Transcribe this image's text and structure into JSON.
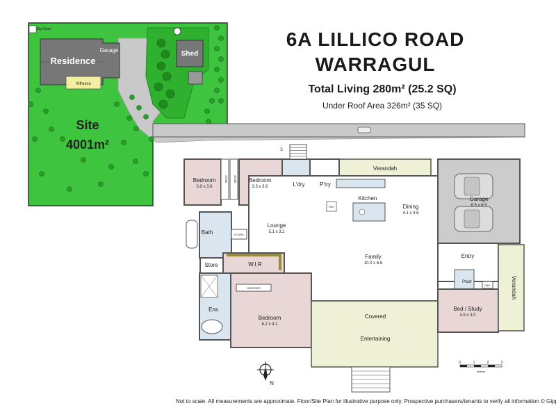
{
  "header": {
    "address_line1": "6A LILLICO ROAD",
    "address_line2": "WARRAGUL",
    "total_living": "Total Living 280m² (25.2 SQ)",
    "under_roof": "Under Roof Area 326m² (35 SQ)"
  },
  "site_plan": {
    "residence": "Residence",
    "garage": "Garage",
    "alfresco": "Alfresco",
    "shed": "Shed",
    "site": "Site",
    "site_area": "4001m²",
    "small_label": "Big Court"
  },
  "rooms": {
    "bedroom_a": {
      "name": "Bedroom",
      "size": "3.0 x 3.6"
    },
    "bedroom_b": {
      "name": "Bedroom",
      "size": "3.3 x 3.6"
    },
    "robe": "ROBE",
    "laundry": "L'dry",
    "pantry": "P'try",
    "verandah_top": "Verandah",
    "garage": {
      "name": "Garage",
      "size": "6.5 x 6.5"
    },
    "kitchen": "Kitchen",
    "dining": {
      "name": "Dining",
      "size": "4.1 x 4.6"
    },
    "lounge": {
      "name": "Lounge",
      "size": "5.1 x 3.2"
    },
    "bath": "Bath",
    "store_small": "STORE",
    "store": "Store",
    "wir": "W.I.R",
    "family": {
      "name": "Family",
      "size": "10.0 x 6.6"
    },
    "entry": "Entry",
    "verandah_side": "Verandah",
    "pwdr": "Pwdr",
    "cbd": "CBD",
    "bed_study": {
      "name": "Bed / Study",
      "size": "4.5 x 3.0"
    },
    "dresser": "DRESSER",
    "ens": "Ens",
    "bedroom_main": {
      "name": "Bedroom",
      "size": "6.2 x 4.1"
    },
    "covered": "Covered",
    "entertaining": "Entertaining",
    "fridge": "REF",
    "step": "5"
  },
  "scale": {
    "ticks": [
      "0",
      "1",
      "2",
      "3"
    ],
    "unit": "metres"
  },
  "compass": "N",
  "footer": {
    "disclaimer": "Not to scale. All measurements are approximate. Floor/Site Plan for illustrative purpose only. Prospective purchasers/tenants to verify all information © GippsPlan"
  },
  "colors": {
    "lawn": "#3fc43f",
    "tree": "#1e8a1e",
    "bedroom": "#e9d6d6",
    "bathroom": "#d9e6f0",
    "living": "#ffffff",
    "garage": "#cccccc",
    "verandah": "#eef1d6",
    "wall": "#555555",
    "driveway": "#c9c9c9"
  }
}
